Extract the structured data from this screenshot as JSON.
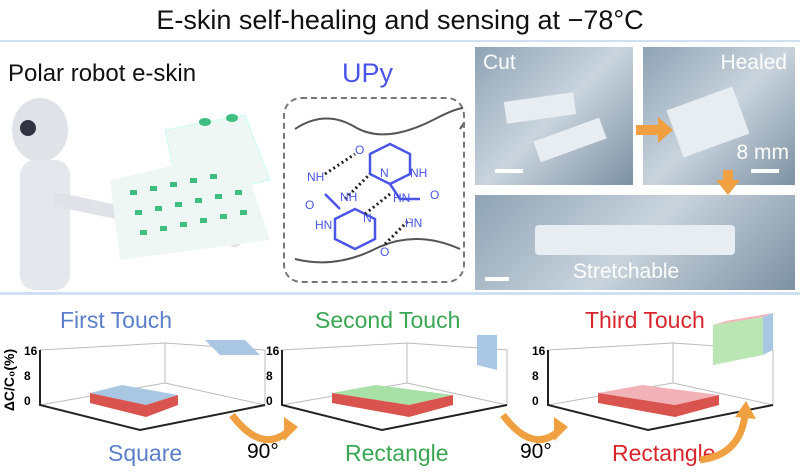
{
  "title": "E-skin self-healing and sensing at −78°C",
  "robot": {
    "label": "Polar robot e-skin"
  },
  "molecule": {
    "label": "UPy",
    "atoms": [
      "NH",
      "O",
      "NH",
      "HN",
      "N",
      "O",
      "N",
      "NH",
      "HN",
      "O",
      "HN",
      "O"
    ]
  },
  "photos": {
    "cut": "Cut",
    "healed": "Healed",
    "scale": "8 mm",
    "stretchable": "Stretchable"
  },
  "panels": [
    {
      "title": "First Touch",
      "shape": "Square",
      "color": "#5b7fc9",
      "patch": "#a9c6e3"
    },
    {
      "title": "Second Touch",
      "shape": "Rectangle",
      "color": "#3aa553",
      "patch": "#a8e0a6"
    },
    {
      "title": "Third Touch",
      "shape": "Rectangle",
      "color": "#d8262e",
      "patch": "#f2b3b8"
    }
  ],
  "axis": {
    "ylabel": "ΔC/C₀(%)",
    "ticks": [
      "16",
      "8",
      "0"
    ]
  },
  "rotations": [
    "90°",
    "90°"
  ],
  "colors": {
    "arrow": "#f0a040",
    "molecule": "#4a55e6",
    "bar": "#d9534f"
  }
}
